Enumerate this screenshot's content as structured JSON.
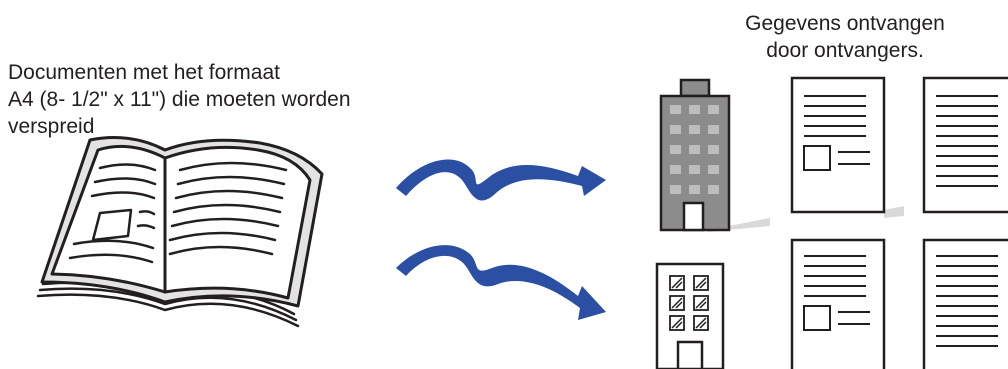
{
  "source_caption": {
    "lines": [
      "Documenten met het formaat",
      "A4 (8- 1/2\" x 11\") die moeten worden",
      "verspreid"
    ]
  },
  "recipients_caption": {
    "lines": [
      "Gegevens ontvangen",
      "door ontvangers."
    ]
  },
  "colors": {
    "arrow": "#2b4fa3",
    "building_office": "#8c8c8c",
    "building_window": "#bdbdbd",
    "shadow": "#d9d9d9",
    "ink": "#231f20"
  },
  "icons": [
    "open-book-icon",
    "arrow-icon",
    "office-building-icon",
    "apartment-building-icon",
    "document-icon"
  ]
}
